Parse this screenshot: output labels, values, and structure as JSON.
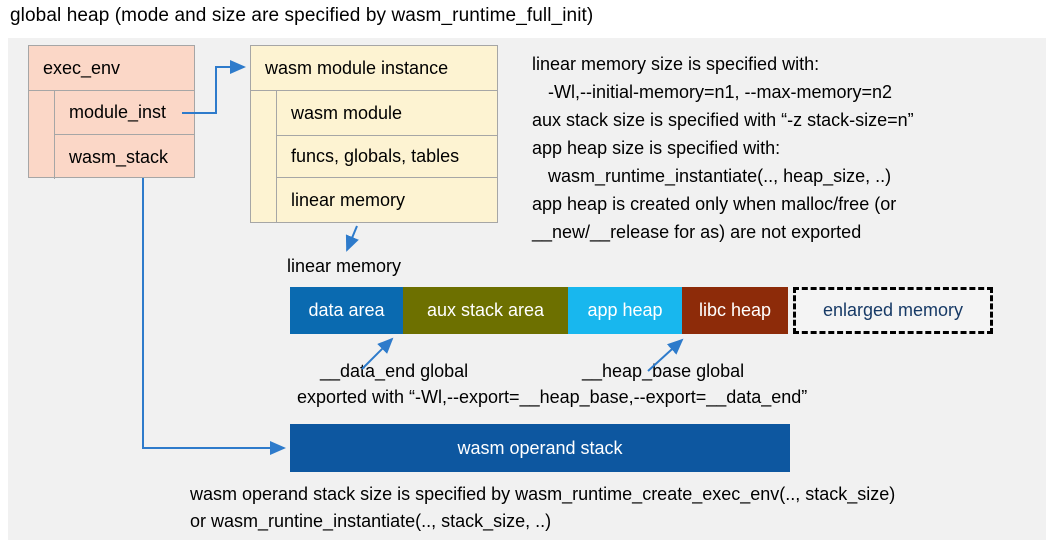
{
  "title": "global heap (mode and size are specified by wasm_runtime_full_init)",
  "colors": {
    "panel": "#f1f1f1",
    "arrow": "#2e7bcb",
    "exec_env_fill": "#fbd7c7",
    "module_instance_fill": "#fdf3d2",
    "box_border": "#a6a6a6"
  },
  "exec_env": {
    "header": "exec_env",
    "rows": [
      "module_inst",
      "wasm_stack"
    ]
  },
  "module_instance": {
    "header": "wasm module instance",
    "rows": [
      "wasm module",
      "funcs, globals, tables",
      "linear memory"
    ]
  },
  "notes": {
    "lines": [
      "linear memory size is specified with:",
      "-Wl,--initial-memory=n1, --max-memory=n2",
      "aux stack size is specified with “-z stack-size=n”",
      "app heap size is specified with:",
      "wasm_runtime_instantiate(.., heap_size, ..)",
      "app heap is created only when malloc/free (or",
      "__new/__release for as) are not exported"
    ]
  },
  "linear_memory": {
    "label": "linear memory",
    "segments": [
      {
        "label": "data area",
        "color": "#0a6ab0"
      },
      {
        "label": "aux stack area",
        "color": "#6d7000"
      },
      {
        "label": "app heap",
        "color": "#18b7ee"
      },
      {
        "label": "libc heap",
        "color": "#8d2b09"
      }
    ],
    "enlarged": {
      "label": "enlarged memory",
      "text_color": "#173a66"
    }
  },
  "annotations": {
    "data_end": "__data_end global",
    "heap_base": "__heap_base global",
    "exported": "exported with “-Wl,--export=__heap_base,--export=__data_end”"
  },
  "operand_stack": {
    "label": "wasm operand stack",
    "color": "#0d57a0"
  },
  "footer": {
    "lines": [
      "wasm operand stack size is specified by wasm_runtime_create_exec_env(.., stack_size)",
      "or wasm_runtine_instantiate(.., stack_size, ..)"
    ]
  }
}
